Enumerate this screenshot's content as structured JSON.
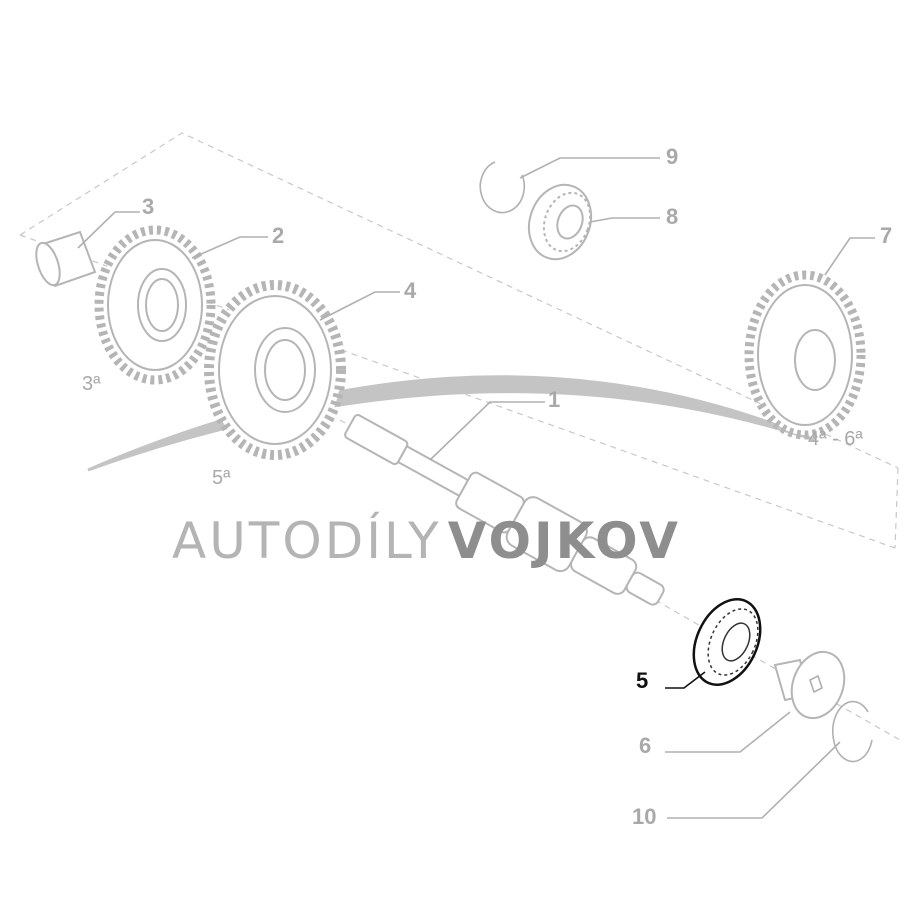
{
  "diagram": {
    "watermark": {
      "part1": "AUTODÍLY",
      "part2": "VOJKOV"
    },
    "selected_part": "5",
    "colors": {
      "selected": "#111111",
      "parts": "#b5b5b5",
      "labels": "#a9a9a9"
    },
    "callouts": {
      "p1": "1",
      "p2": "2",
      "p3": "3",
      "p4": "4",
      "p5": "5",
      "p6": "6",
      "p7": "7",
      "p8": "8",
      "p9": "9",
      "p10": "10"
    },
    "gear_labels": {
      "g3": "3ª",
      "g5": "5ª",
      "g46": "4ª - 6ª"
    }
  }
}
